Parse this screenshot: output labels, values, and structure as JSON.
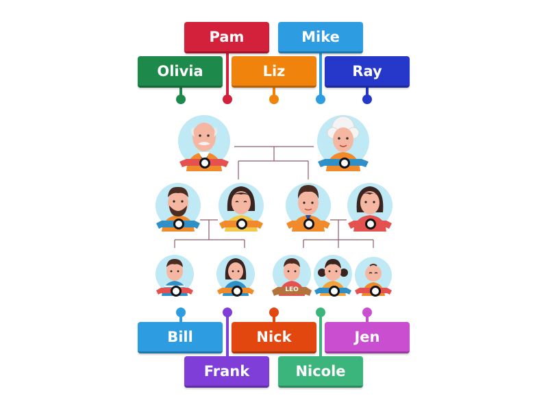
{
  "labels": [
    {
      "id": "pam",
      "text": "Pam",
      "color": "#d3213b"
    },
    {
      "id": "mike",
      "text": "Mike",
      "color": "#2e9ce0"
    },
    {
      "id": "olivia",
      "text": "Olivia",
      "color": "#1d8a4b"
    },
    {
      "id": "liz",
      "text": "Liz",
      "color": "#f0830c"
    },
    {
      "id": "ray",
      "text": "Ray",
      "color": "#2638c9"
    },
    {
      "id": "bill",
      "text": "Bill",
      "color": "#2e9ce0"
    },
    {
      "id": "nick",
      "text": "Nick",
      "color": "#e2470f"
    },
    {
      "id": "jen",
      "text": "Jen",
      "color": "#c94fd0"
    },
    {
      "id": "frank",
      "text": "Frank",
      "color": "#7f3ed8"
    },
    {
      "id": "nicole",
      "text": "Nicole",
      "color": "#3cb57c"
    }
  ],
  "fixed_name": "LEO"
}
